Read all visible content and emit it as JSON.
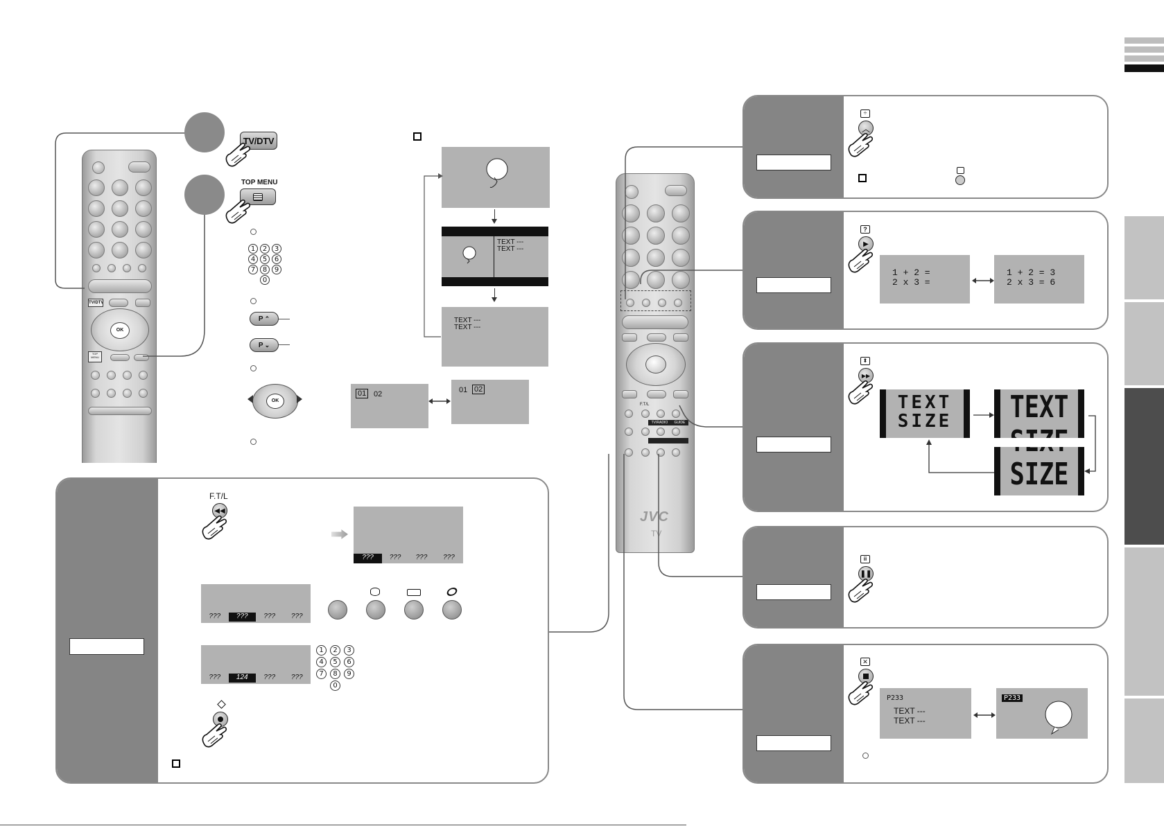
{
  "keys": {
    "tv_dtv": "TV/DTV",
    "top_menu": "TOP MENU",
    "ftl": "F.T/L",
    "p_up": "P",
    "p_down": "P",
    "ok": "OK",
    "remote_tv_dtv": "TV/DTV",
    "remote_top_menu": "TOP MENU",
    "remote_ftl": "F.T/L",
    "remote_tv_radio": "TV/RADIO",
    "remote_guide": "GUIDE"
  },
  "numpad": [
    "1",
    "2",
    "3",
    "4",
    "5",
    "6",
    "7",
    "8",
    "9",
    "0"
  ],
  "screens": {
    "split_text": [
      "TEXT ---",
      "TEXT ---"
    ],
    "text_only": [
      "TEXT ---",
      "TEXT ---"
    ],
    "page_tabs_left": {
      "boxed": "01",
      "plain": "02"
    },
    "page_tabs_right": {
      "plain": "01",
      "boxed": "02"
    },
    "fastext_bar_1": [
      "???",
      "???",
      "???",
      "???"
    ],
    "fastext_bar_2": [
      "???",
      "???",
      "???",
      "???"
    ],
    "fastext_bar_3": [
      "???",
      "124",
      "???",
      "???"
    ]
  },
  "reveal": {
    "before": [
      "1 + 2 =",
      "2 x 3 ="
    ],
    "after": [
      "1 + 2 = 3",
      "2 x 3 = 6"
    ]
  },
  "size": {
    "line1": "TEXT",
    "line2": "SIZE"
  },
  "cancel": {
    "page_left": "P233",
    "page_right": "P233",
    "text": [
      "TEXT ---",
      "TEXT ---"
    ]
  },
  "remote": {
    "brand": "JVC",
    "model": "TV"
  }
}
